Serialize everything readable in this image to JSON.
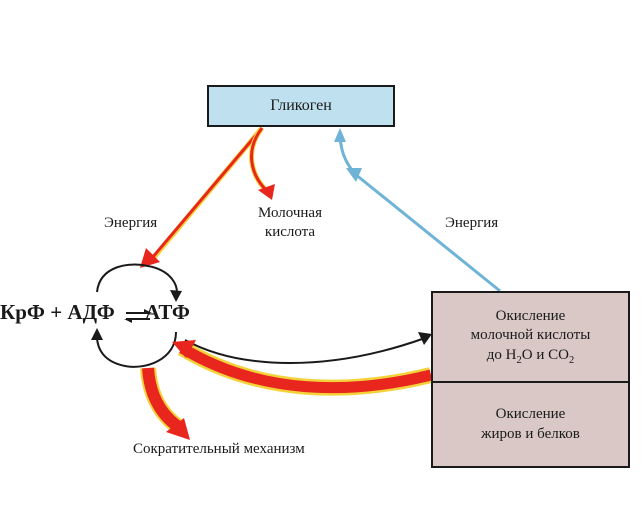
{
  "glycogen": {
    "label": "Гликоген"
  },
  "energy_left": "Энергия",
  "energy_right": "Энергия",
  "lactic_acid": {
    "line1": "Молочная",
    "line2": "кислота"
  },
  "equation": {
    "left": "КрФ + АДФ",
    "right": "АТФ"
  },
  "oxidation_lactate": {
    "line1": "Окисление",
    "line2": "молочной кислоты",
    "line3_prefix": "до  H",
    "line3_sub1": "2",
    "line3_mid": "O  и CO",
    "line3_sub2": "2"
  },
  "oxidation_fats": {
    "line1": "Окисление",
    "line2": "жиров и белков"
  },
  "contractile": "Сократительный механизм",
  "colors": {
    "red_arrow": "#e8261d",
    "blue_arrow": "#6fb3d6",
    "glycogen_fill": "#bfe0ee",
    "oxidation_fill": "#d9c8c5",
    "yellow_edge": "#f3d23a"
  }
}
